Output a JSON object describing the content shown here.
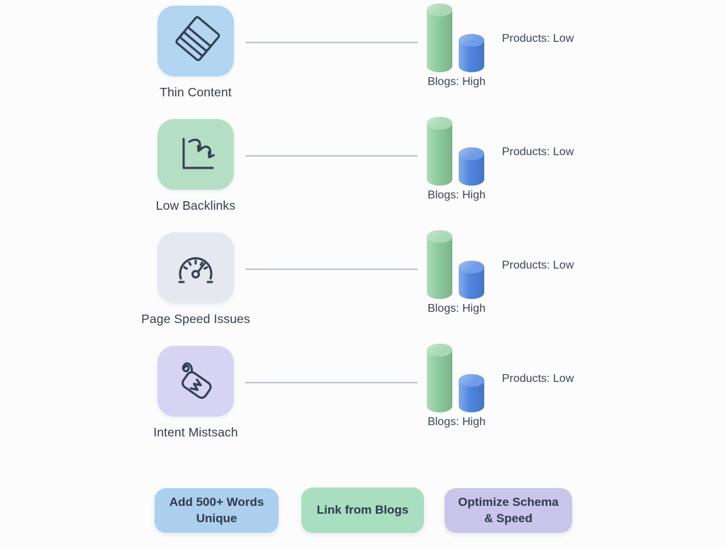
{
  "rows": [
    {
      "label": "Thin Content",
      "icon": "layers-icon",
      "tile_color": "#b2d5f2",
      "blogs_value": "Blogs: High",
      "products_value": "Products: Low"
    },
    {
      "label": "Low Backlinks",
      "icon": "declining-graph-icon",
      "tile_color": "#b5dfc5",
      "blogs_value": "Blogs: High",
      "products_value": "Products: Low"
    },
    {
      "label": "Page Speed Issues",
      "icon": "speedometer-icon",
      "tile_color": "#e5e8ef",
      "blogs_value": "Blogs: High",
      "products_value": "Products: Low"
    },
    {
      "label": "Intent Mistsach",
      "icon": "price-tag-icon",
      "tile_color": "#d7d4f3",
      "blogs_value": "Blogs: High",
      "products_value": "Products: Low"
    }
  ],
  "cylinders": {
    "green": {
      "body": "#8ccb9c",
      "top": "#a9d9b3"
    },
    "blue": {
      "body": "#4e85de",
      "top": "#6f9be7"
    }
  },
  "actions": [
    {
      "label": "Add 500+ Words Unique",
      "color": "#accfee"
    },
    {
      "label": "Link from Blogs",
      "color": "#a9dec1"
    },
    {
      "label": "Optimize Schema & Speed",
      "color": "#cac5ea"
    }
  ],
  "colors": {
    "icon_stroke": "#333f50",
    "connector": "#b9c3d0",
    "label_text": "#333e4f",
    "button_text": "#2e3a4d",
    "background": "#fcfcfd"
  }
}
